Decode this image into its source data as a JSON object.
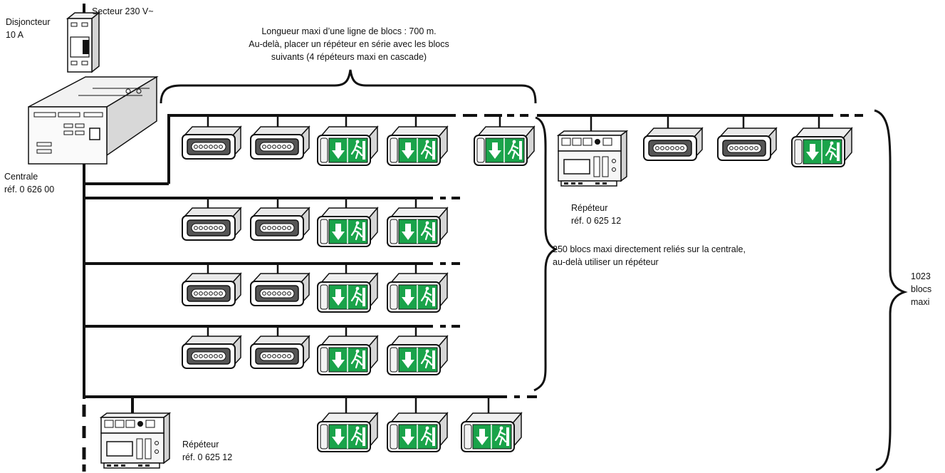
{
  "supply": {
    "line1": "Secteur 230 V",
    "ac_symbol": "~"
  },
  "breaker": {
    "line1": "Disjoncteur",
    "line2": "10 A"
  },
  "central": {
    "line1": "Centrale",
    "line2": "réf. 0 626 00"
  },
  "max_line_note": {
    "line1": "Longueur maxi d’une ligne de blocs : 700 m.",
    "line2": "Au-delà, placer un répéteur en série avec les blocs",
    "line3": "suivants (4 répéteurs maxi en cascade)"
  },
  "repeater_top": {
    "line1": "Répéteur",
    "line2": "réf. 0 625 12"
  },
  "repeater_bottom": {
    "line1": "Répéteur",
    "line2": "réf. 0 625 12"
  },
  "central_limit_note": {
    "line1": "250 blocs maxi directement reliés sur la centrale,",
    "line2": "au-delà utiliser un répéteur"
  },
  "total_limit": {
    "line1": "1023",
    "line2": "blocs",
    "line3": "maxi"
  },
  "colors": {
    "line": "#111111",
    "exit_green": "#1aa34a",
    "light_grey": "#ececec"
  },
  "icons": {
    "led_block": "led-emergency-block-icon",
    "exit_sign": "exit-sign-block-icon",
    "central_unit": "central-unit-icon",
    "repeater": "repeater-module-icon",
    "breaker": "circuit-breaker-icon"
  }
}
